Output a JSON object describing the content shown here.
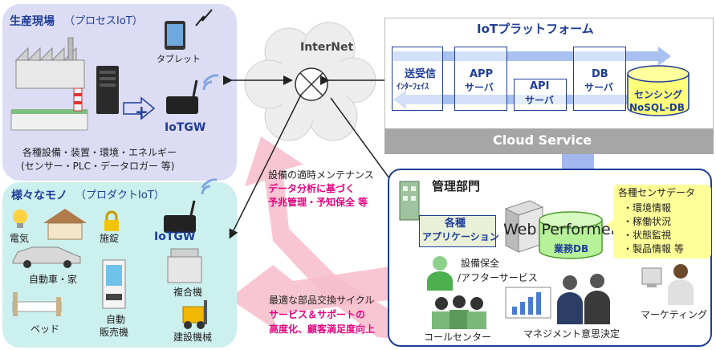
{
  "factory": {
    "title": "生産現場",
    "subtitle": "（プロセスIoT）",
    "tablet_label": "タブレット",
    "gateway_label": "IoTGW",
    "plus": "+",
    "caption_line1": "各種設備・装置・環境・エネルギー",
    "caption_line2": "(センサー・PLC・データロガー 等)"
  },
  "things": {
    "title": "様々なモノ",
    "subtitle": "（プロダクトIoT）",
    "gateway_label": "IoTGW",
    "items": {
      "electricity": "電気",
      "lock": "施錠",
      "car_home": "自動車・家",
      "copier": "複合機",
      "bed": "ベッド",
      "vending_line1": "自動",
      "vending_line2": "販売機",
      "construction": "建設機械"
    }
  },
  "internet": {
    "label": "InterNet"
  },
  "platform": {
    "title": "IoTプラットフォーム",
    "cloud_service": "Cloud Service",
    "comm": {
      "line1": "送受信",
      "line2": "ｲﾝﾀｰﾌｪｲｽ"
    },
    "app": {
      "line1": "APP",
      "line2": "サーバ"
    },
    "api": {
      "line1": "API",
      "line2": "サーバ"
    },
    "db": {
      "line1": "DB",
      "line2": "サーバ"
    },
    "nosql": {
      "line1": "センシング",
      "line2": "NoSQL-DB"
    }
  },
  "maintenance_note": {
    "line1": "設備の適時メンテナンス",
    "line2": "データ分析に基づく",
    "line3": "予兆管理・予知保全 等"
  },
  "parts_note": {
    "line1": "最適な部品交換サイクル",
    "line2": "サービス＆サポートの",
    "line3": "高度化、顧客満足度向上"
  },
  "management": {
    "title": "管理部門",
    "app_line1": "各種",
    "app_line2": "アプリケーション",
    "web_performer": "Web Performer",
    "business_db": "業務DB",
    "sensor_data": {
      "title": "各種センサデータ",
      "items": [
        "・環境情報",
        "・稼働状況",
        "・状態監視",
        "・製品情報 等"
      ]
    },
    "service": {
      "line1": "設備保全",
      "line2": "/アフターサービス"
    },
    "call_center": "コールセンター",
    "management_decision": "マネジメント意思決定",
    "marketing": "マーケティング"
  },
  "colors": {
    "factory_bg": "#dcdcf5",
    "things_bg": "#ccf0ee",
    "mgmt_border": "#1f3d99",
    "platform_bg": "#ffffff",
    "cloud_bar": "#a6a6a6",
    "server_arrow": "#a9c1f0",
    "big_arrow": "#f6b6c6",
    "note_bg": "#ffff99",
    "title_blue": "#1f3d99",
    "accent_pink": "#e6007e"
  }
}
